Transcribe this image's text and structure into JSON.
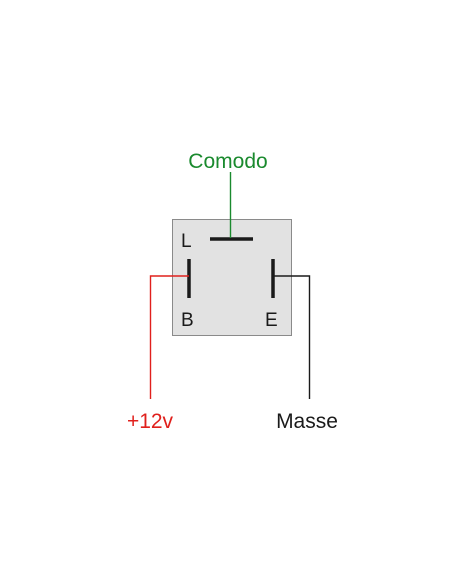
{
  "labels": {
    "comodo": "Comodo",
    "positive": "+12v",
    "ground": "Masse"
  },
  "pins": {
    "l": "L",
    "b": "B",
    "e": "E"
  },
  "colors": {
    "comodo_wire": "#1a8a2e",
    "positive_wire": "#e0201c",
    "ground_wire": "#1a1a1a",
    "relay_body": "#e2e2e2",
    "relay_border": "#8a8a8a",
    "pin": "#1a1a1a"
  }
}
